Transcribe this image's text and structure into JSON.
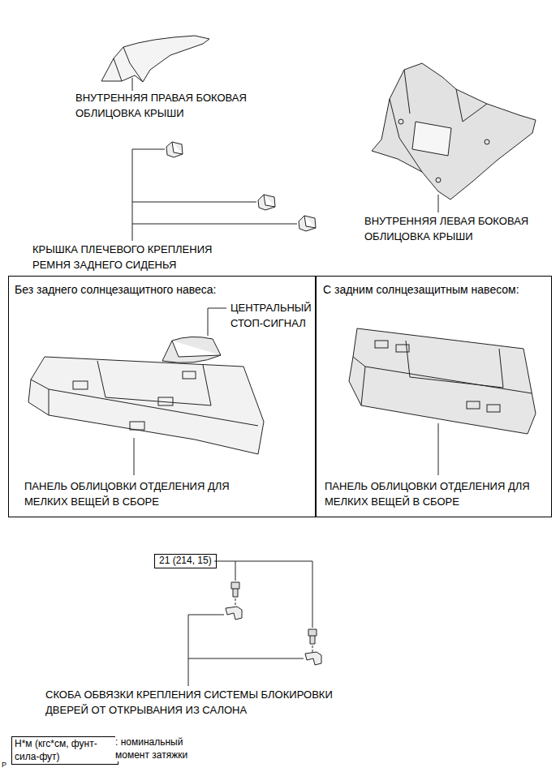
{
  "diagram": {
    "nodes": [
      {
        "text": [
          "Без заднего солнцезащитного навеса:",
          "ЦЕНТРАЛЬНЫЙ СТОП-СИГНАЛ",
          "ПАНЕЛЬ ОБЛИЦОВКИ ОТДЕЛЕНИЯ ДЛЯ МЕЛКИХ ВЕЩЕЙ В СБОРЕ"
        ]
      },
      {
        "text": [
          "С задним солнцезащитным навесом:",
          "ПАНЕЛЬ ОБЛИЦОВКИ ОТДЕЛЕНИЯ ДЛЯ МЕЛКИХ ВЕЩЕЙ В СБОРЕ"
        ]
      },
      {
        "text": [
          "21 (214, 15)"
        ]
      },
      {
        "text": [
          "Н*м (кгс*см, фунт-сила-фут)"
        ]
      }
    ],
    "labels": [
      "ВНУТРЕННЯЯ ПРАВАЯ БОКОВАЯ ОБЛИЦОВКА КРЫШИ",
      "ВНУТРЕННЯЯ ЛЕВАЯ БОКОВАЯ ОБЛИЦОВКА КРЫШИ",
      "КРЫШКА ПЛЕЧЕВОГО КРЕПЛЕНИЯ РЕМНЯ ЗАДНЕГО СИДЕНЬЯ",
      "СКОБА ОБВЯЗКИ КРЕПЛЕНИЯ СИСТЕМЫ БЛОКИРОВКИ ДВЕРЕЙ ОТ ОТКРЫВАНИЯ ИЗ САЛОНА",
      "P"
    ],
    "legend": [
      {
        "text": ": номинальный момент затяжки"
      }
    ]
  }
}
